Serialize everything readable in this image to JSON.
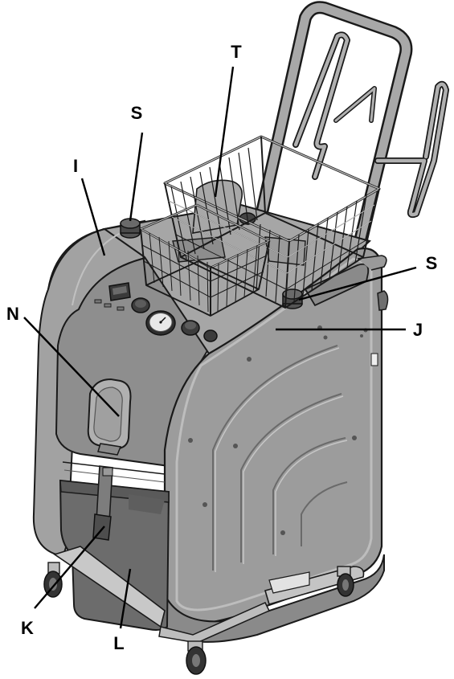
{
  "diagram": {
    "colors": {
      "body_fill": "#9a9a9a",
      "body_dark": "#7a7a7a",
      "body_light": "#b4b4b4",
      "outline": "#1a1a1a",
      "tank_fill": "#6f6f6f",
      "wire": "#8c8c8c",
      "chrome": "#c8c8c8"
    },
    "callouts": [
      {
        "id": "S_top",
        "label": "S"
      },
      {
        "id": "T",
        "label": "T"
      },
      {
        "id": "I",
        "label": "I"
      },
      {
        "id": "S_right",
        "label": "S"
      },
      {
        "id": "N",
        "label": "N"
      },
      {
        "id": "J",
        "label": "J"
      },
      {
        "id": "K",
        "label": "K"
      },
      {
        "id": "L",
        "label": "L"
      }
    ]
  }
}
